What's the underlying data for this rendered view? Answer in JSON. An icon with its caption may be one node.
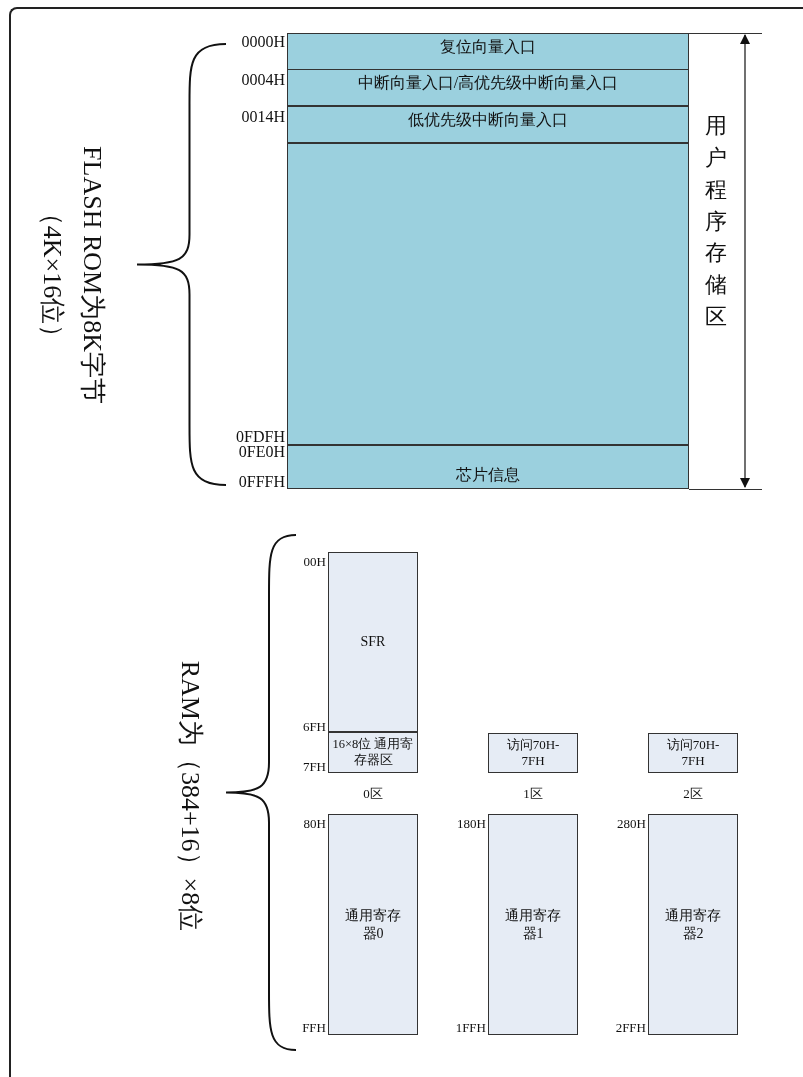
{
  "diagram": {
    "nodes": [
      {
        "text": [
          "复位向量入口"
        ],
        "beside": [
          "0000H"
        ]
      },
      {
        "text": [
          "中断向量入口/高优先级中断向量入口"
        ],
        "beside": [
          "0004H"
        ]
      },
      {
        "text": [
          "低优先级中断向量入口"
        ],
        "beside": [
          "0014H"
        ]
      },
      {
        "text": [],
        "shape": "box",
        "beside": [
          "0FDFH"
        ]
      },
      {
        "text": [
          "芯片信息"
        ],
        "beside": [
          "0FE0H",
          "0FFFH"
        ]
      },
      {
        "text": [
          "用户程序存储区"
        ]
      },
      {
        "text": [
          "SFR"
        ],
        "beside": [
          "00H",
          "6FH"
        ]
      },
      {
        "text": [
          "16×8位 通用寄存器区"
        ],
        "beside": [
          "7FH"
        ]
      },
      {
        "text": [
          "访问70H-7FH"
        ]
      },
      {
        "text": [
          "访问70H-7FH"
        ]
      },
      {
        "text": [
          "通用寄存器0"
        ],
        "beside": [
          "80H",
          "FFH"
        ]
      },
      {
        "text": [
          "通用寄存器1"
        ],
        "beside": [
          "180H",
          "1FFH"
        ]
      },
      {
        "text": [
          "通用寄存器2"
        ],
        "beside": [
          "280H",
          "2FFH"
        ]
      }
    ],
    "labels": [
      "FLASH ROM为8K字节",
      "（4K×16位）",
      "0区",
      "1区",
      "2区",
      "RAM为（384+16）×8位"
    ]
  }
}
